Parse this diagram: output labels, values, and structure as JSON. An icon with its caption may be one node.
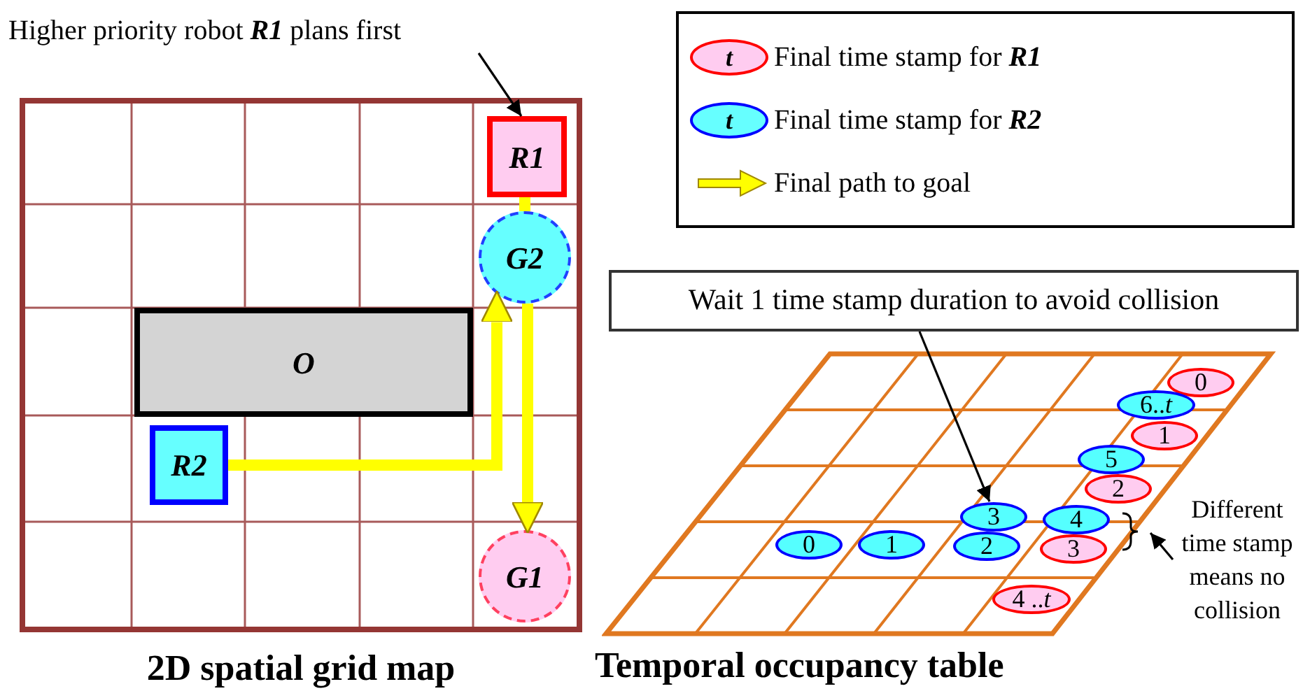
{
  "diagram": {
    "nodes": [
      {
        "text": [
          "Higher priority robot **R1** plans first"
        ]
      },
      {
        "text": [
          "2D spatial grid map"
        ]
      },
      {
        "text": [
          "R1"
        ],
        "in": 1
      },
      {
        "text": [
          "G2"
        ],
        "in": 1
      },
      {
        "text": [
          "O"
        ],
        "in": 1
      },
      {
        "text": [
          "R2"
        ],
        "in": 1
      },
      {
        "text": [
          "G1"
        ],
        "in": 1
      },
      {
        "text": [
          "Wait 1 time stamp duration to avoid collision"
        ]
      },
      {
        "text": [
          "Temporal occupancy table"
        ]
      },
      {
        "text": [
          "0"
        ],
        "in": 8
      },
      {
        "text": [
          "6..*t*"
        ],
        "in": 8
      },
      {
        "text": [
          "1"
        ],
        "in": 8
      },
      {
        "text": [
          "5"
        ],
        "in": 8
      },
      {
        "text": [
          "2"
        ],
        "in": 8
      },
      {
        "text": [
          "3"
        ],
        "in": 8
      },
      {
        "text": [
          "4"
        ],
        "in": 8
      },
      {
        "text": [
          "0"
        ],
        "in": 8
      },
      {
        "text": [
          "1"
        ],
        "in": 8
      },
      {
        "text": [
          "2"
        ],
        "in": 8
      },
      {
        "text": [
          "3"
        ],
        "in": 8
      },
      {
        "text": [
          "4 ..*t*"
        ],
        "in": 8
      },
      {
        "text": [
          "Different time stamp means no collision"
        ]
      }
    ],
    "edges": [
      {
        "from": 0,
        "to": 2,
        "arrow": "to"
      },
      {
        "from": 5,
        "to": 3,
        "arrow": "to",
        "style": "thick",
        "color": "#ffff00"
      },
      {
        "from": 2,
        "to": 3,
        "arrow": "none",
        "style": "thick",
        "color": "#ffff00"
      },
      {
        "from": 3,
        "to": 6,
        "arrow": "to",
        "style": "thick",
        "color": "#ffff00"
      },
      {
        "from": 7,
        "to": 14,
        "arrow": "to"
      },
      {
        "from": 21,
        "to": null,
        "arrow": "to"
      }
    ],
    "labels": [
      "t",
      "t"
    ],
    "legend": [
      {
        "text": "Final time stamp for **R1**",
        "color": "#ffccf0"
      },
      {
        "text": "Final time stamp for **R2**",
        "color": "#66ffff"
      },
      {
        "text": "Final path to goal"
      }
    ]
  }
}
